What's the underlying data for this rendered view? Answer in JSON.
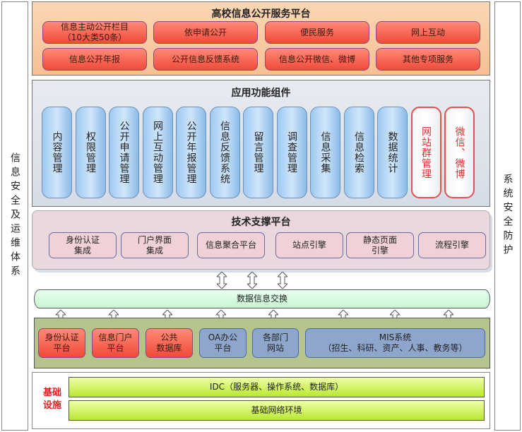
{
  "left_column": {
    "label": "信息安全及运维体系"
  },
  "right_column": {
    "label": "系统安全防护"
  },
  "service_platform": {
    "title": "高校信息公开服务平台",
    "items": [
      "信息主动公开栏目\n（10大类50条）",
      "依申请公开",
      "便民服务",
      "网上互动",
      "信息公开年报",
      "公开信息反馈系统",
      "信息公开微信、微博",
      "其他专项服务"
    ]
  },
  "app_components": {
    "title": "应用功能组件",
    "items": [
      {
        "label": "内容管理",
        "highlight": false
      },
      {
        "label": "权限管理",
        "highlight": false
      },
      {
        "label": "公开申请管理",
        "highlight": false
      },
      {
        "label": "网上互动管理",
        "highlight": false
      },
      {
        "label": "公开年报管理",
        "highlight": false
      },
      {
        "label": "信息反馈系统",
        "highlight": false
      },
      {
        "label": "留言管理",
        "highlight": false
      },
      {
        "label": "调查管理",
        "highlight": false
      },
      {
        "label": "信息采集",
        "highlight": false
      },
      {
        "label": "信息检索",
        "highlight": false
      },
      {
        "label": "数据统计",
        "highlight": false
      },
      {
        "label": "网站群管理",
        "highlight": true
      },
      {
        "label": "微信、微博",
        "highlight": true
      }
    ]
  },
  "tech_platform": {
    "title": "技术支撑平台",
    "items": [
      "身份认证\n集成",
      "门户界面\n集成",
      "信息聚合平台",
      "站点引擎",
      "静态页面\n引擎",
      "流程引擎"
    ]
  },
  "data_exchange": {
    "label": "数据信息交换"
  },
  "systems": {
    "items": [
      {
        "label": "身份认证\n平台",
        "color": "red"
      },
      {
        "label": "信息门户\n平台",
        "color": "red"
      },
      {
        "label": "公共\n数据库",
        "color": "red"
      },
      {
        "label": "OA办公\n平台",
        "color": "blue"
      },
      {
        "label": "各部门\n网站",
        "color": "blue"
      },
      {
        "label": "MIS系统\n（招生、科研、资产、人事、教务等）",
        "color": "blue"
      }
    ]
  },
  "infrastructure": {
    "label": "基础\n设施",
    "bars": [
      "IDC（服务器、操作系统、数据库）",
      "基础网络环境"
    ]
  }
}
